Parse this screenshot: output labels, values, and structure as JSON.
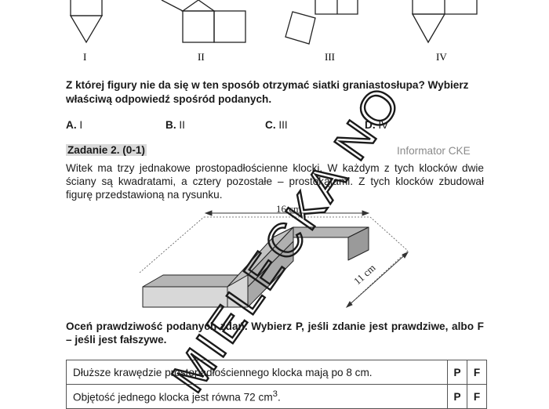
{
  "figures": {
    "labels": [
      "I",
      "II",
      "III",
      "IV"
    ]
  },
  "question1": {
    "text": "Z której figury nie da się w ten sposób otrzymać siatki graniastosłupa? Wybierz właściwą odpowiedź spośród podanych.",
    "answers": [
      {
        "letter": "A.",
        "value": "I"
      },
      {
        "letter": "B.",
        "value": "II"
      },
      {
        "letter": "C.",
        "value": "III"
      },
      {
        "letter": "D.",
        "value": "IV"
      }
    ]
  },
  "task2": {
    "title": "Zadanie 2. (0-1)",
    "source": "Informator CKE",
    "text": "Witek ma trzy jednakowe prostopadłościenne klocki. W każdym z tych klocków dwie ściany są kwadratami, a cztery pozostałe – prostokątami. Z tych klocków zbudował figurę przedstawioną na rysunku.",
    "dim_length": "16 cm",
    "dim_width": "11 cm",
    "instruction": "Oceń prawdziwość podanych zdań. Wybierz P, jeśli zdanie jest prawdziwe, albo F – jeśli jest fałszywe.",
    "statements": [
      {
        "text": "Dłuższe krawędzie prostopadłościennego klocka mają po 8 cm.",
        "p": "P",
        "f": "F"
      },
      {
        "text": "Objętość jednego klocka jest równa 72 cm",
        "sup": "3",
        "tail": ".",
        "p": "P",
        "f": "F"
      }
    ]
  },
  "watermark": {
    "text": "MIELECKA NO"
  },
  "colors": {
    "block_top": "#b5b5b5",
    "block_front": "#d8d8d8",
    "block_side": "#9a9a9a",
    "highlight": "#d9d9d9"
  }
}
